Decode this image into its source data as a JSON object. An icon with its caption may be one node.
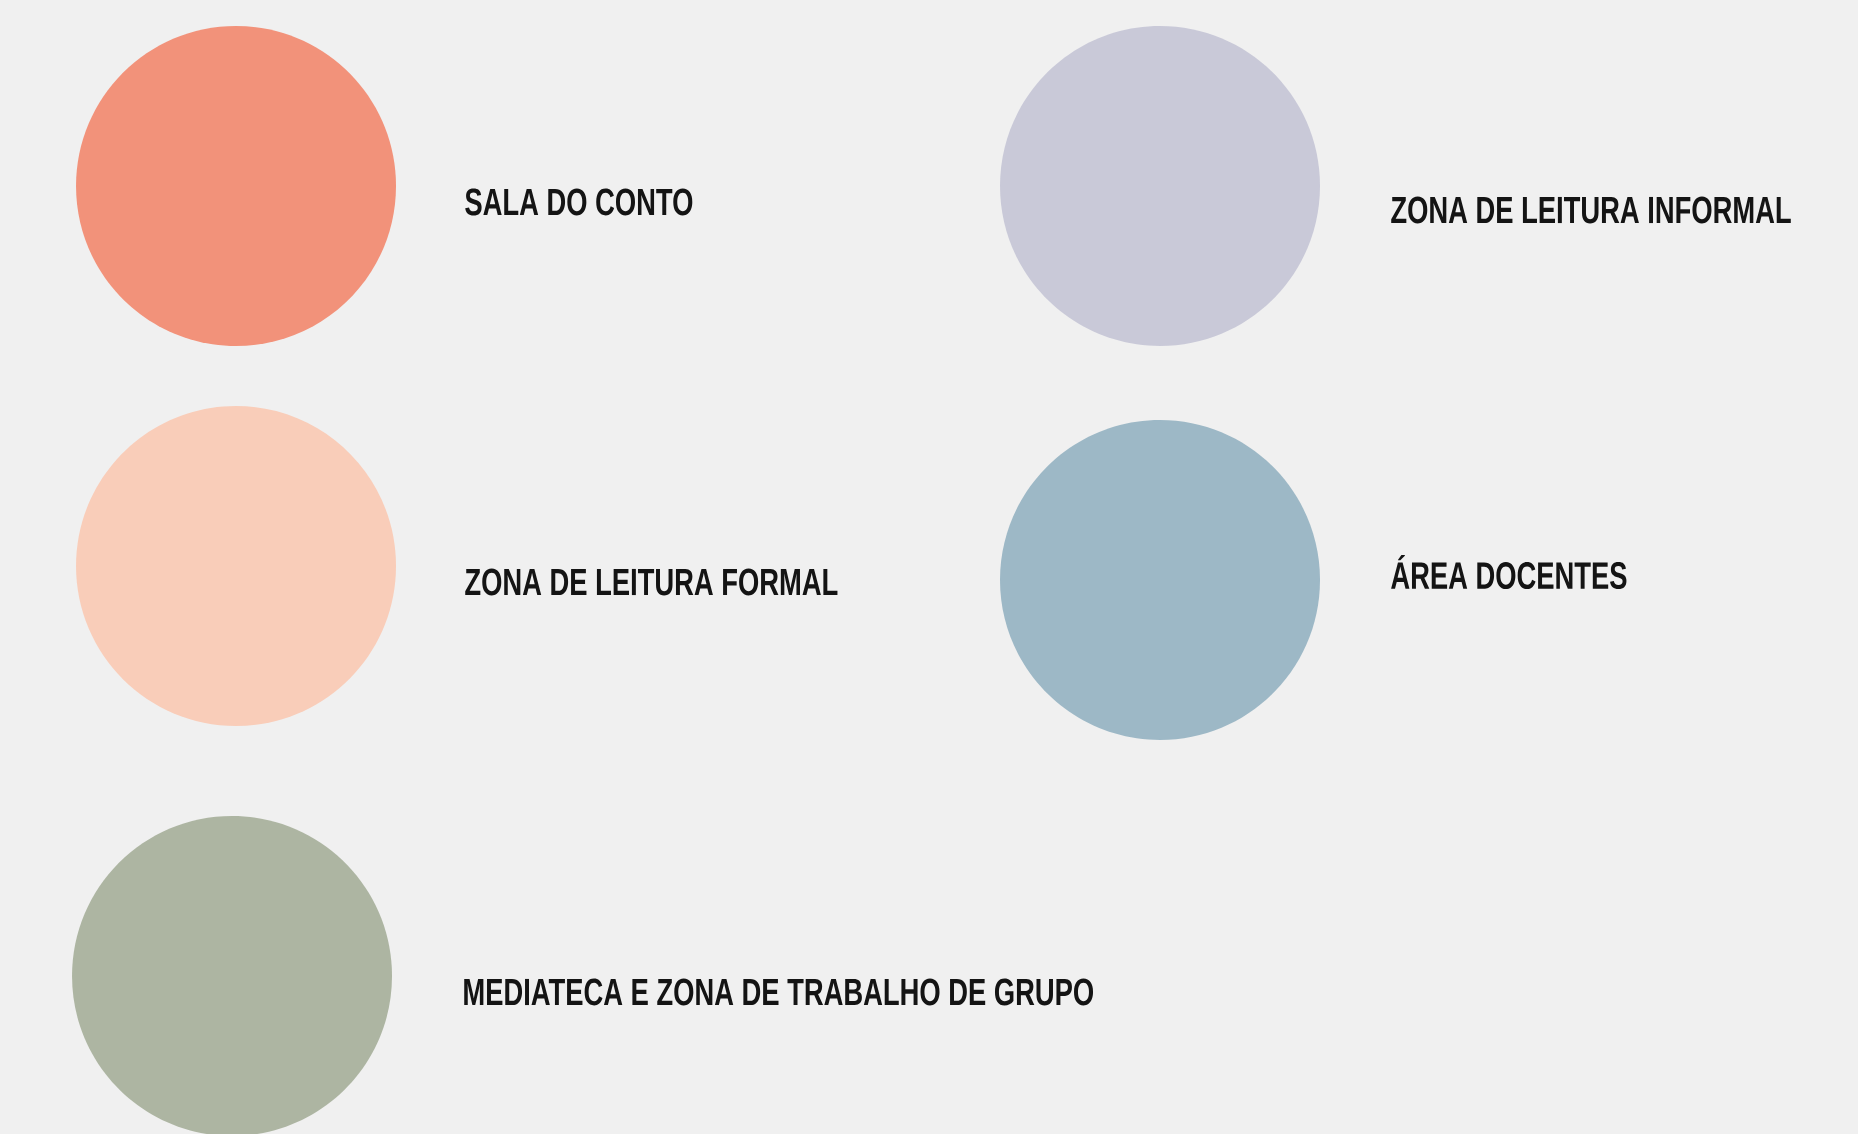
{
  "diagram": {
    "legend": [
      {
        "text": "SALA DO CONTO",
        "color": "#f2927a"
      },
      {
        "text": "ZONA DE LEITURA INFORMAL",
        "color": "#c9c9d8"
      },
      {
        "text": "ZONA DE LEITURA FORMAL",
        "color": "#f9cdb9"
      },
      {
        "text": "ÁREA DOCENTES",
        "color": "#9db8c6"
      },
      {
        "text": "MEDIATECA E ZONA DE TRABALHO DE GRUPO",
        "color": "#adb5a2"
      }
    ]
  }
}
